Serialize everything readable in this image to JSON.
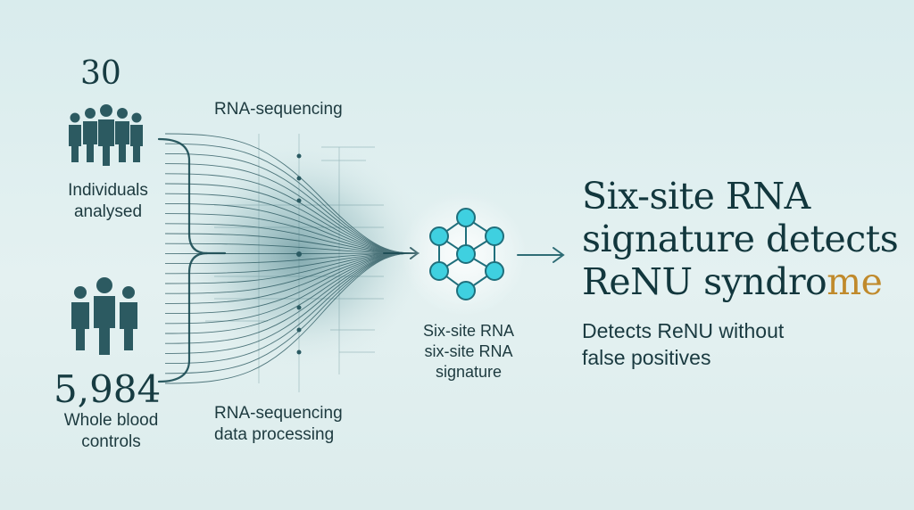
{
  "left_panel": {
    "individuals_count": "30",
    "individuals_label_line1": "Individuals",
    "individuals_label_line2": "analysed",
    "controls_count": "5,984",
    "controls_label_line1": "Whole blood",
    "controls_label_line2": "controls"
  },
  "process": {
    "top_label": "RNA-sequencing",
    "bottom_label_line1": "RNA-sequencing",
    "bottom_label_line2": "data processing"
  },
  "signature": {
    "label_line1": "Six-site RNA",
    "label_line2": "six-site RNA",
    "label_line3": "signature"
  },
  "result": {
    "headline_line1": "Six-site RNA",
    "headline_line2": "signature detects",
    "headline_line3_main": "ReNU syndro",
    "headline_line3_accent": "me",
    "subtext_line1": "Detects ReNU without",
    "subtext_line2": "false positives"
  },
  "colors": {
    "background": "#dcecec",
    "ink": "#163a40",
    "accent": "#c08a2c",
    "node_fill": "#3fd0e0",
    "node_stroke": "#1f6f7c"
  },
  "icons": [
    "people-group-icon",
    "people-group-icon",
    "network-node-icon",
    "arrow-right-icon"
  ]
}
